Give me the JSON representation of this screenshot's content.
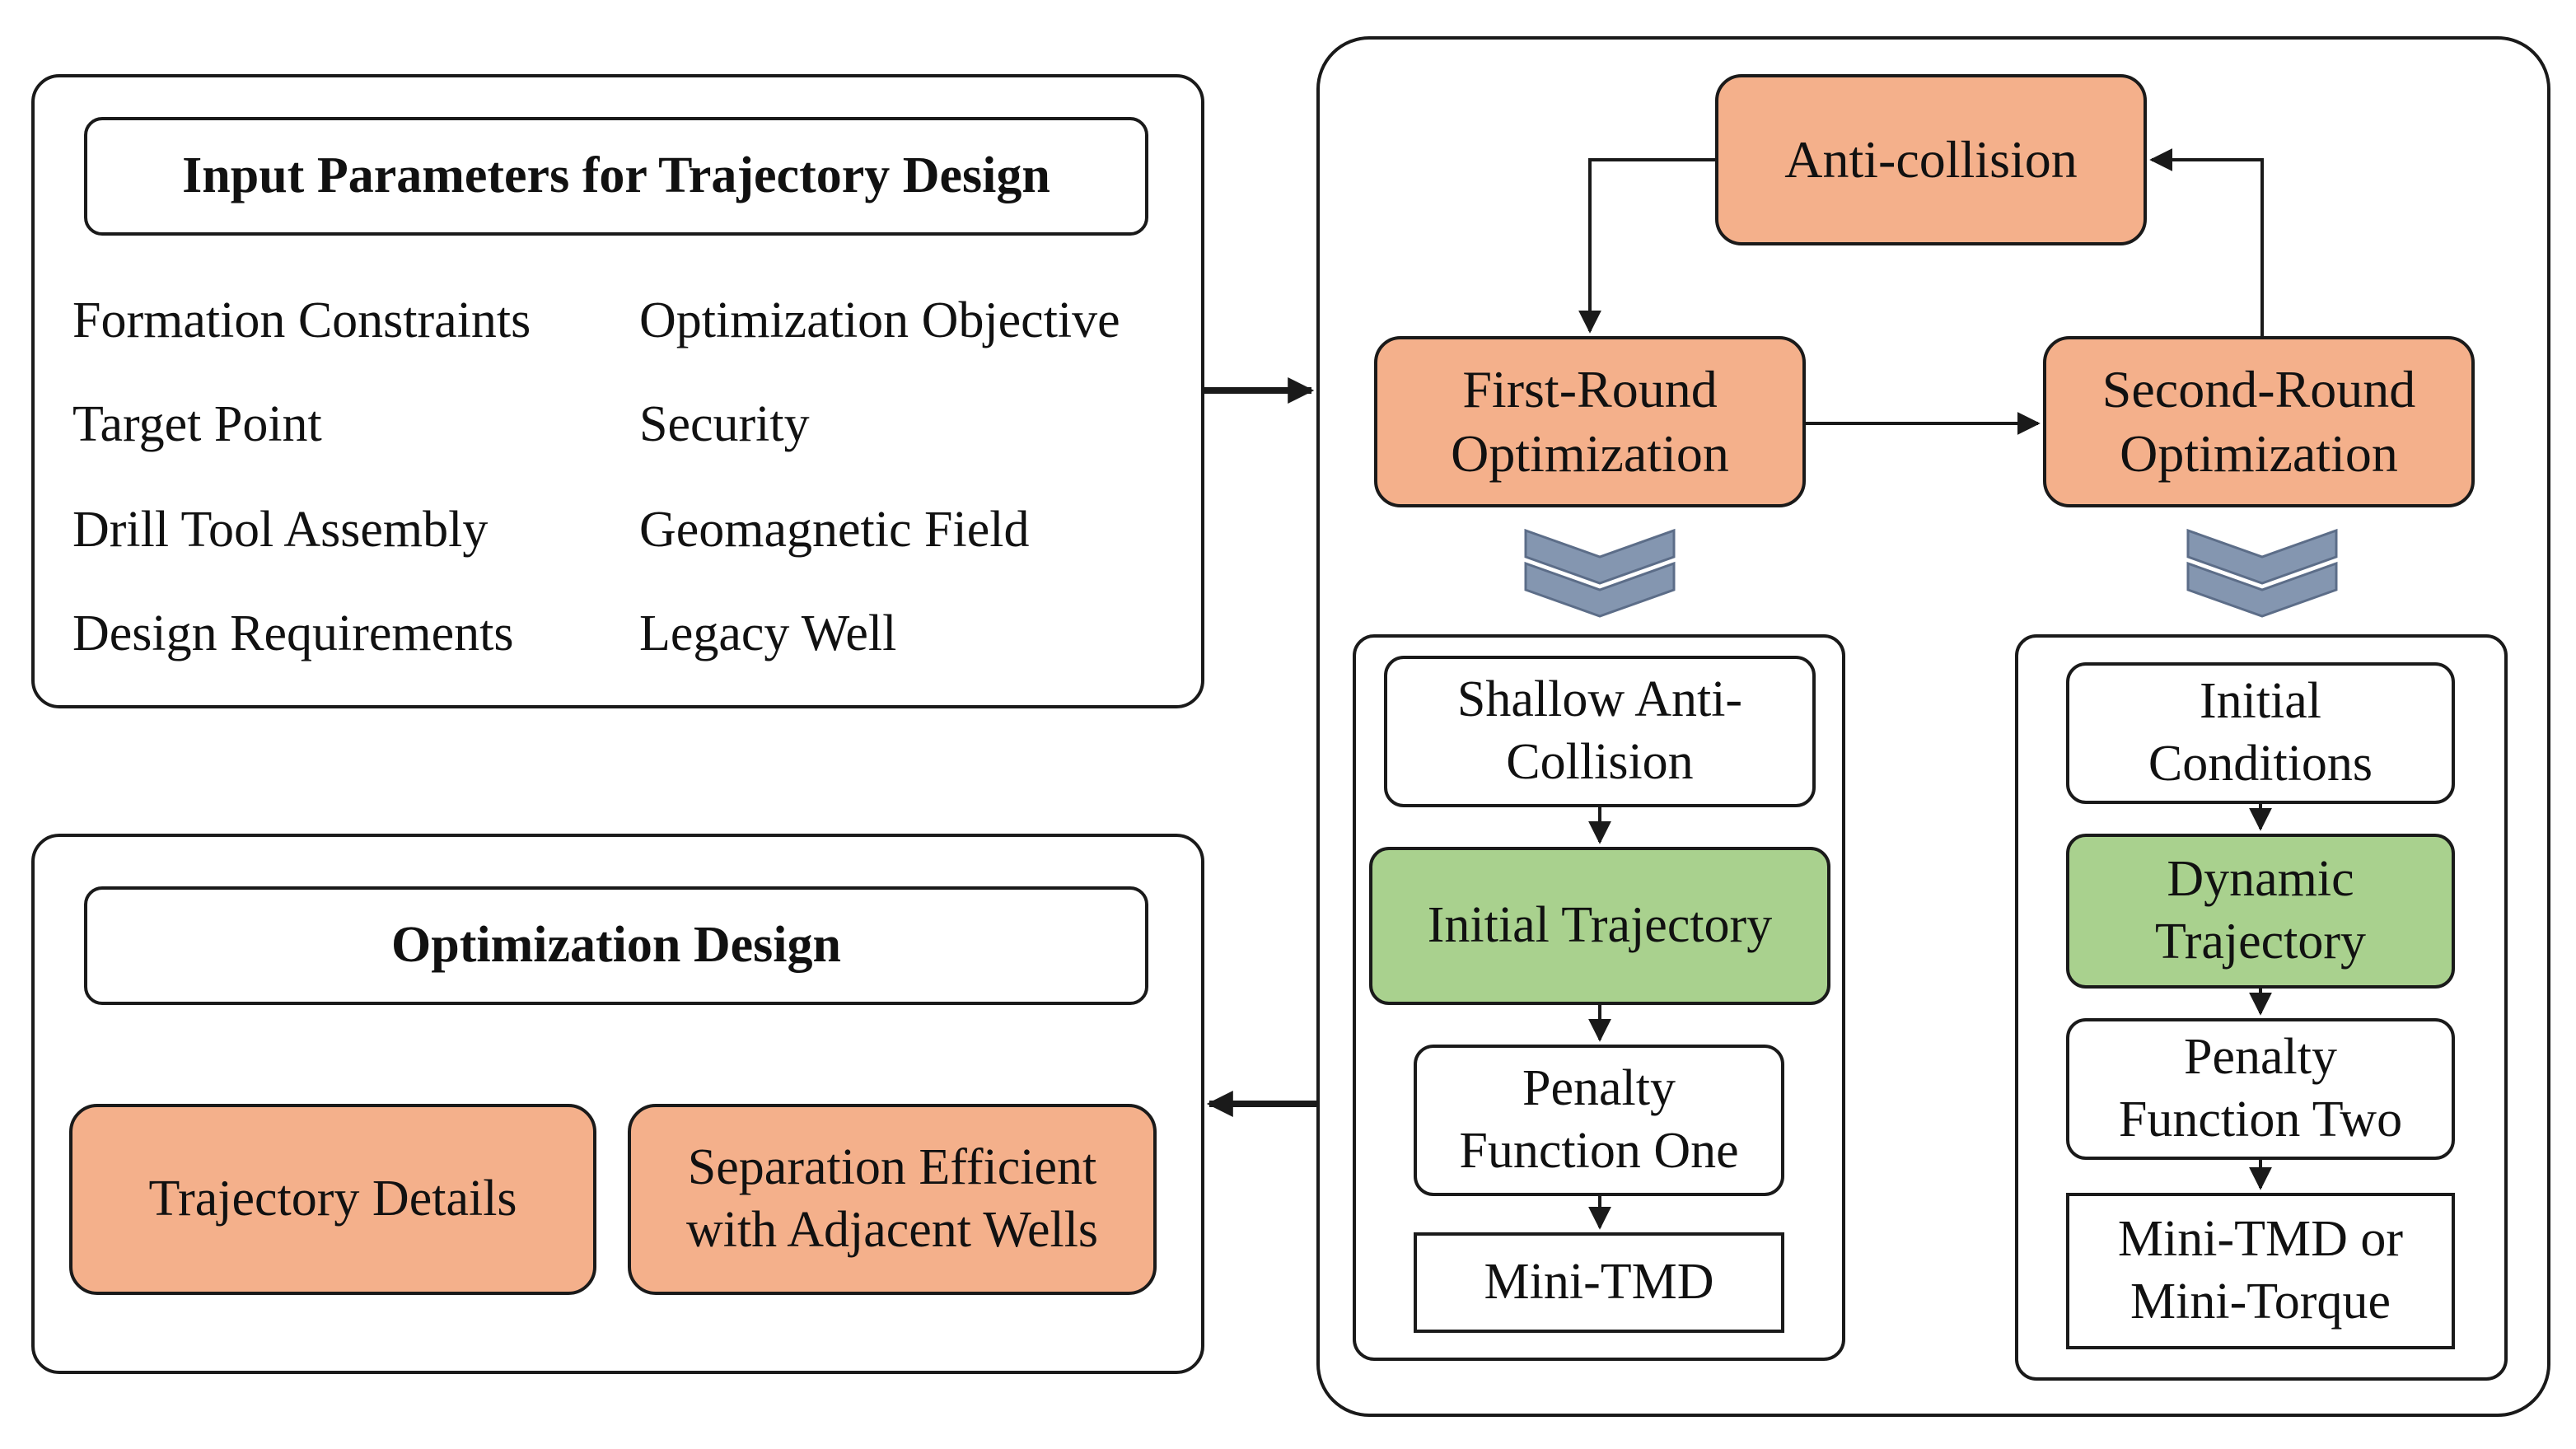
{
  "input_panel": {
    "title": "Input Parameters for Trajectory Design",
    "left_items": [
      "Formation Constraints",
      "Target Point",
      "Drill Tool Assembly",
      "Design Requirements"
    ],
    "right_items": [
      "Optimization Objective",
      "Security",
      "Geomagnetic Field",
      "Legacy Well"
    ]
  },
  "output_panel": {
    "title": "Optimization Design",
    "box_left": "Trajectory Details",
    "box_right_line1": "Separation Efficient",
    "box_right_line2": "with Adjacent Wells"
  },
  "loop": {
    "top": "Anti-collision",
    "left_line1": "First-Round",
    "left_line2": "Optimization",
    "right_line1": "Second-Round",
    "right_line2": "Optimization"
  },
  "first_round_column": {
    "step1_line1": "Shallow Anti-",
    "step1_line2": "Collision",
    "step2": "Initial Trajectory",
    "step3_line1": "Penalty",
    "step3_line2": "Function One",
    "step4": "Mini-TMD"
  },
  "second_round_column": {
    "step1_line1": "Initial",
    "step1_line2": "Conditions",
    "step2_line1": "Dynamic",
    "step2_line2": "Trajectory",
    "step3_line1": "Penalty",
    "step3_line2": "Function Two",
    "step4_line1": "Mini-TMD or",
    "step4_line2": "Mini-Torque"
  },
  "colors": {
    "orange_fill": "#f4b08b",
    "green_fill": "#a9d18e",
    "chevron_fill": "#8496b0",
    "line": "#1a1a1a"
  }
}
